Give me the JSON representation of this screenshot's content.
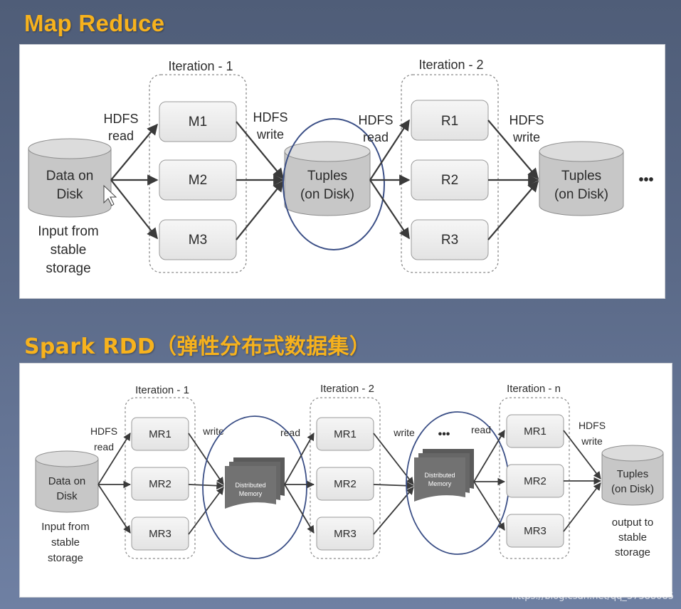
{
  "mapreduce": {
    "title": "Map Reduce",
    "iteration1_label": "Iteration - 1",
    "iteration2_label": "Iteration - 2",
    "source_line1": "Data on",
    "source_line2": "Disk",
    "source_caption": [
      "Input from",
      "stable",
      "storage"
    ],
    "hdfs_read_1": [
      "HDFS",
      "read"
    ],
    "hdfs_write_1": [
      "HDFS",
      "write"
    ],
    "hdfs_read_2": [
      "HDFS",
      "read"
    ],
    "hdfs_write_2": [
      "HDFS",
      "write"
    ],
    "mappers": [
      "M1",
      "M2",
      "M3"
    ],
    "reducers": [
      "R1",
      "R2",
      "R3"
    ],
    "mid_store": [
      "Tuples",
      "(on Disk)"
    ],
    "out_store": [
      "Tuples",
      "(on Disk)"
    ],
    "ellipsis": "•••"
  },
  "spark": {
    "title": "Spark RDD（弹性分布式数据集）",
    "iteration1_label": "Iteration - 1",
    "iteration2_label": "Iteration - 2",
    "iterationn_label": "Iteration - n",
    "source_line1": "Data on",
    "source_line2": "Disk",
    "source_caption": [
      "Input from",
      "stable",
      "storage"
    ],
    "hdfs_read": [
      "HDFS",
      "read"
    ],
    "write_1": "write",
    "read_1": "read",
    "write_2": "write",
    "read_2": "read",
    "ellipsis": "•••",
    "hdfs_write": [
      "HDFS",
      "write"
    ],
    "stage1": [
      "MR1",
      "MR2",
      "MR3"
    ],
    "stage2": [
      "MR1",
      "MR2",
      "MR3"
    ],
    "stagen": [
      "MR1",
      "MR2",
      "MR3"
    ],
    "memory_label": [
      "Distributed",
      "Memory"
    ],
    "out_store": [
      "Tuples",
      "(on Disk)"
    ],
    "out_caption": [
      "output to",
      "stable",
      "storage"
    ]
  },
  "watermark": "https://blog.csdn.net/qq_37388085",
  "colors": {
    "title": "#f7b21d",
    "circle": "#3b4f86",
    "cylinder": "#c9c9c9",
    "memory": "#6b6b6b"
  }
}
